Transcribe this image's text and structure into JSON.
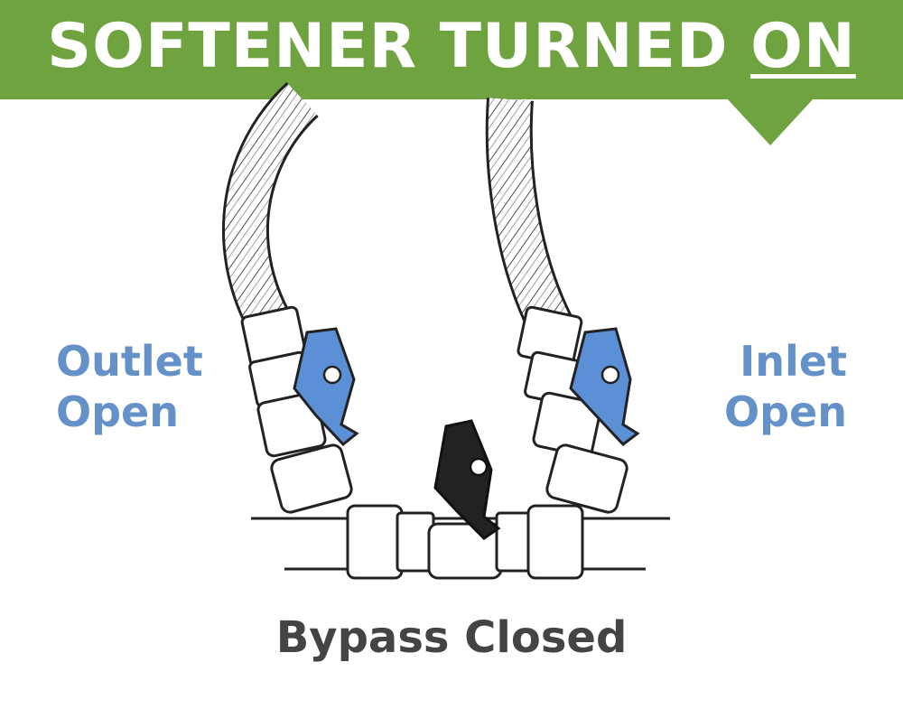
{
  "banner": {
    "title_prefix": "SOFTENER TURNED",
    "title_emphasis": "ON",
    "color": "#6fa33f"
  },
  "labels": {
    "outlet": [
      "Outlet",
      "Open"
    ],
    "inlet": [
      "Inlet",
      "Open"
    ],
    "bypass": "Bypass Closed"
  },
  "colors": {
    "side_label": "#6591c9",
    "bypass_label": "#444444",
    "open_handle": "#5b8fd6",
    "closed_handle": "#222222"
  }
}
